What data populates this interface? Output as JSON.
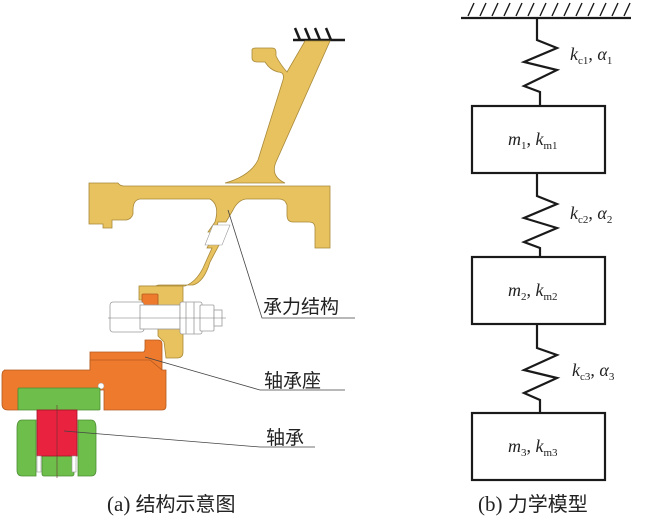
{
  "figure": {
    "panel_a": {
      "caption_prefix": "(a)",
      "caption_text": "结构示意图",
      "labels": {
        "load_structure": "承力结构",
        "bearing_housing": "轴承座",
        "bearing": "轴承"
      },
      "colors": {
        "load_structure": "#E8C25E",
        "bearing_housing": "#EE7A2E",
        "bearing_outer": "#6DBE4B",
        "bearing_inner": "#E8223F",
        "bolt": "#FFFFFF"
      }
    },
    "panel_b": {
      "caption_prefix": "(b)",
      "caption_text": "力学模型",
      "springs": [
        {
          "k": "k",
          "k_sub": "c1",
          "alpha": "α",
          "alpha_sub": "1"
        },
        {
          "k": "k",
          "k_sub": "c2",
          "alpha": "α",
          "alpha_sub": "2"
        },
        {
          "k": "k",
          "k_sub": "c3",
          "alpha": "α",
          "alpha_sub": "3"
        }
      ],
      "masses": [
        {
          "m": "m",
          "m_sub": "1",
          "k": "k",
          "k_sub": "m1"
        },
        {
          "m": "m",
          "m_sub": "2",
          "k": "k",
          "k_sub": "m2"
        },
        {
          "m": "m",
          "m_sub": "3",
          "k": "k",
          "k_sub": "m3"
        }
      ]
    }
  }
}
